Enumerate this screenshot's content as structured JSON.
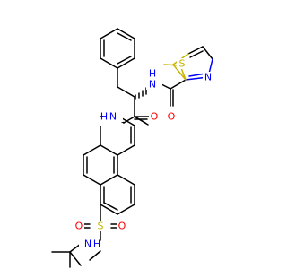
{
  "colors": {
    "bond": "#000000",
    "nitrogen": "#0000ff",
    "oxygen": "#ff0000",
    "sulfur": "#c8b400",
    "background": "#ffffff"
  },
  "atoms": [
    {
      "id": "n_amide_top",
      "label": "N",
      "sub": "H",
      "element": "nitrogen"
    },
    {
      "id": "o_amide_top",
      "label": "O",
      "element": "oxygen"
    },
    {
      "id": "s_thiazole",
      "label": "S",
      "element": "sulfur"
    },
    {
      "id": "n_thiazole",
      "label": "N",
      "element": "nitrogen"
    },
    {
      "id": "n_amide_mid",
      "label": "N",
      "sub": "H",
      "element": "nitrogen"
    },
    {
      "id": "o_amide_mid",
      "label": "O",
      "element": "oxygen"
    },
    {
      "id": "s_sulfonyl",
      "label": "S",
      "element": "sulfur"
    },
    {
      "id": "o_sulfonyl_left",
      "label": "O",
      "element": "oxygen"
    },
    {
      "id": "o_sulfonyl_right",
      "label": "O",
      "element": "oxygen"
    },
    {
      "id": "n_sulfonamide",
      "label": "N",
      "sub": "H",
      "element": "nitrogen"
    }
  ]
}
